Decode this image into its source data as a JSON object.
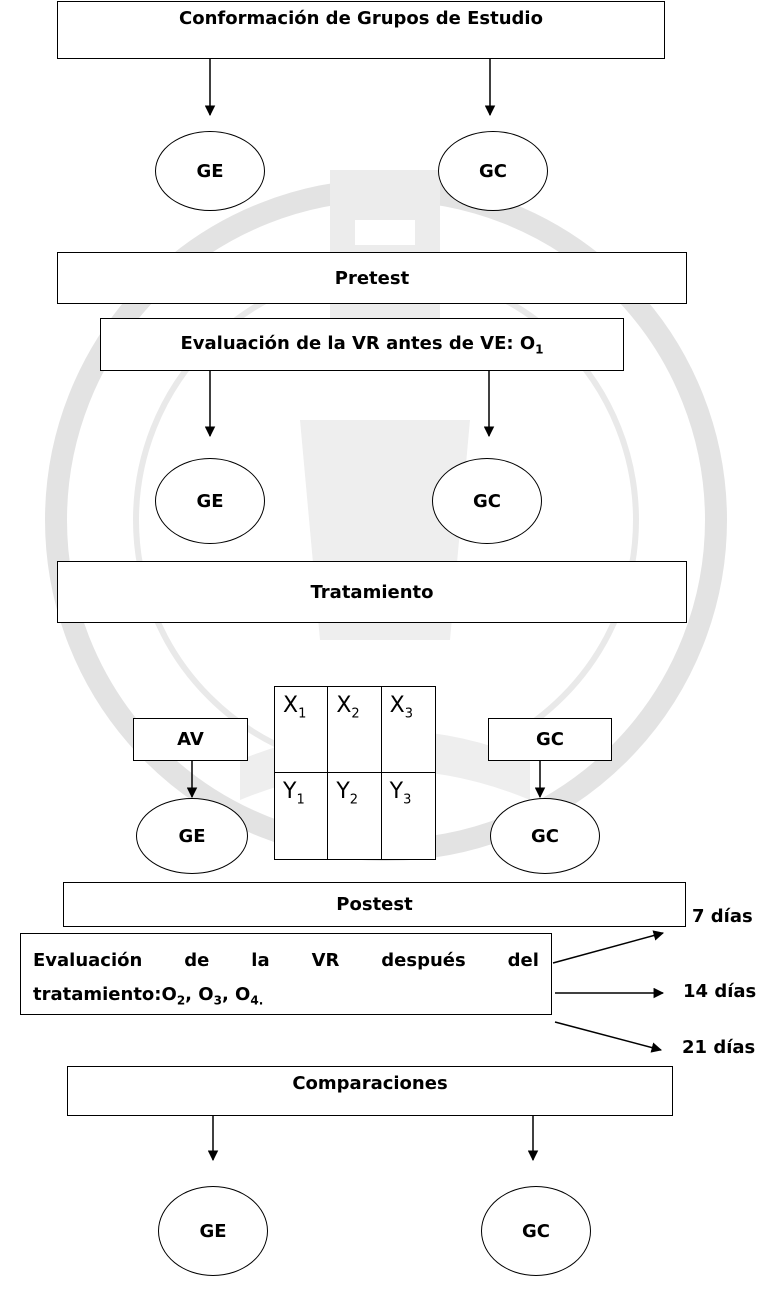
{
  "boxes": {
    "conformacion": "Conformación de Grupos de Estudio",
    "pretest": "Pretest",
    "evaluacion_antes_prefix": "Evaluación de la VR antes de VE: O",
    "evaluacion_antes_sub": "1",
    "tratamiento": "Tratamiento",
    "av": "AV",
    "gc_box": "GC",
    "postest": "Postest",
    "comparaciones": "Comparaciones"
  },
  "groups": {
    "ge": "GE",
    "gc": "GC"
  },
  "treatment_grid": [
    {
      "letter": "X",
      "sub": "1"
    },
    {
      "letter": "X",
      "sub": "2"
    },
    {
      "letter": "X",
      "sub": "3"
    },
    {
      "letter": "Y",
      "sub": "1"
    },
    {
      "letter": "Y",
      "sub": "2"
    },
    {
      "letter": "Y",
      "sub": "3"
    }
  ],
  "evaluacion_despues": {
    "words": [
      "Evaluación",
      "de",
      "la",
      "VR",
      "después",
      "del"
    ],
    "line2_prefix": "tratamiento:O",
    "o2_sub": "2",
    "sep1": ", O",
    "o3_sub": "3",
    "sep2": ", O",
    "o4_sub": "4",
    "end": "."
  },
  "days": [
    "7 días",
    "14 días",
    "21 días"
  ],
  "colors": {
    "line": "#000000",
    "watermark": "#dcdcdc"
  }
}
